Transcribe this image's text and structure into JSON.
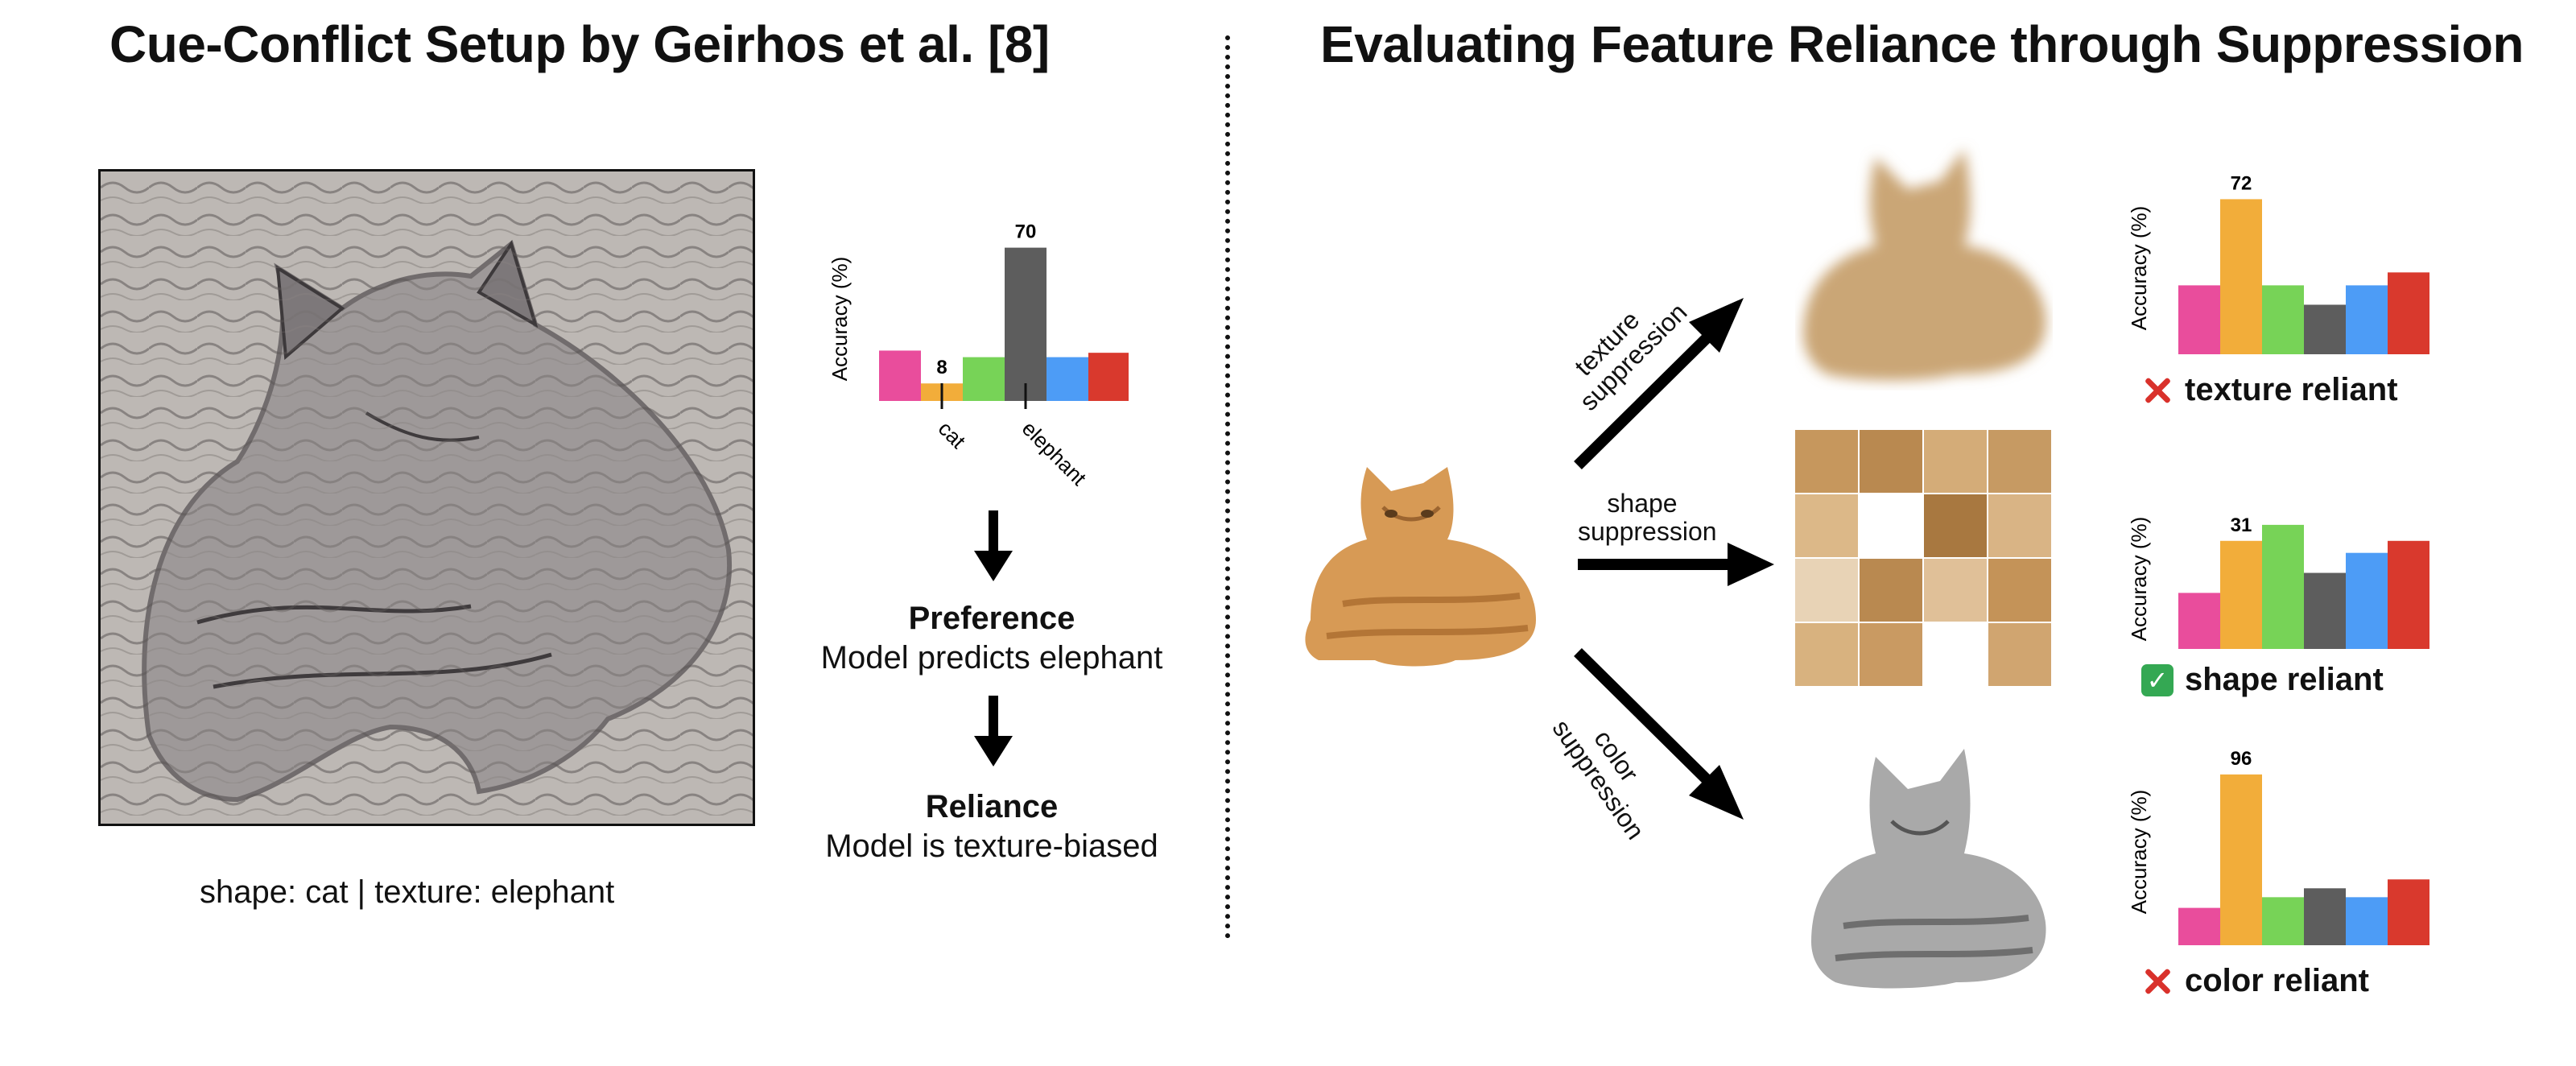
{
  "left": {
    "title": "Cue-Conflict Setup by Geirhos et al. [8]",
    "image_caption": "shape: cat | texture: elephant",
    "preference_heading": "Preference",
    "preference_text": "Model predicts elephant",
    "reliance_heading": "Reliance",
    "reliance_text": "Model is texture-biased"
  },
  "right": {
    "title": "Evaluating Feature Reliance through Suppression",
    "arrow_labels": {
      "texture": [
        "texture",
        "suppression"
      ],
      "shape": [
        "shape",
        "suppression"
      ],
      "color": [
        "color",
        "suppression"
      ]
    },
    "verdicts": {
      "texture": "texture reliant",
      "shape": "shape reliant",
      "color": "color reliant"
    }
  },
  "icons": {
    "down_arrow": "arrow-down-icon",
    "diag_arrow": "arrow-icon",
    "cross": "cross-icon",
    "check": "check-icon"
  },
  "colors": {
    "series": [
      "#e94d9c",
      "#f2ad3a",
      "#77d357",
      "#5d5d5d",
      "#4d9cf6",
      "#d9392d"
    ],
    "cross": "#d9312b",
    "check": "#34a853"
  },
  "chart_data": [
    {
      "id": "cue-conflict",
      "type": "bar",
      "ylabel": "Accuracy (%)",
      "categories": [
        "cat",
        "elephant"
      ],
      "category_bars": [
        1,
        3
      ],
      "values": [
        23,
        8,
        20,
        70,
        20,
        22
      ],
      "data_labels": [
        "",
        "8",
        "",
        "70",
        "",
        ""
      ],
      "ylim": [
        0,
        75
      ]
    },
    {
      "id": "texture-suppression",
      "type": "bar",
      "ylabel": "Accuracy (%)",
      "values": [
        32,
        72,
        32,
        23,
        32,
        38
      ],
      "data_labels": [
        "",
        "72",
        "",
        "",
        "",
        ""
      ],
      "ylim": [
        0,
        80
      ]
    },
    {
      "id": "shape-suppression",
      "type": "bar",
      "ylabel": "Accuracy (%)",
      "values": [
        14,
        27,
        31,
        19,
        24,
        27
      ],
      "data_labels": [
        "",
        "31",
        "",
        "",
        "",
        ""
      ],
      "ylim": [
        0,
        35
      ]
    },
    {
      "id": "color-suppression",
      "type": "bar",
      "ylabel": "Accuracy (%)",
      "values": [
        21,
        96,
        27,
        32,
        27,
        37
      ],
      "data_labels": [
        "",
        "96",
        "",
        "",
        "",
        ""
      ],
      "ylim": [
        0,
        105
      ]
    }
  ]
}
